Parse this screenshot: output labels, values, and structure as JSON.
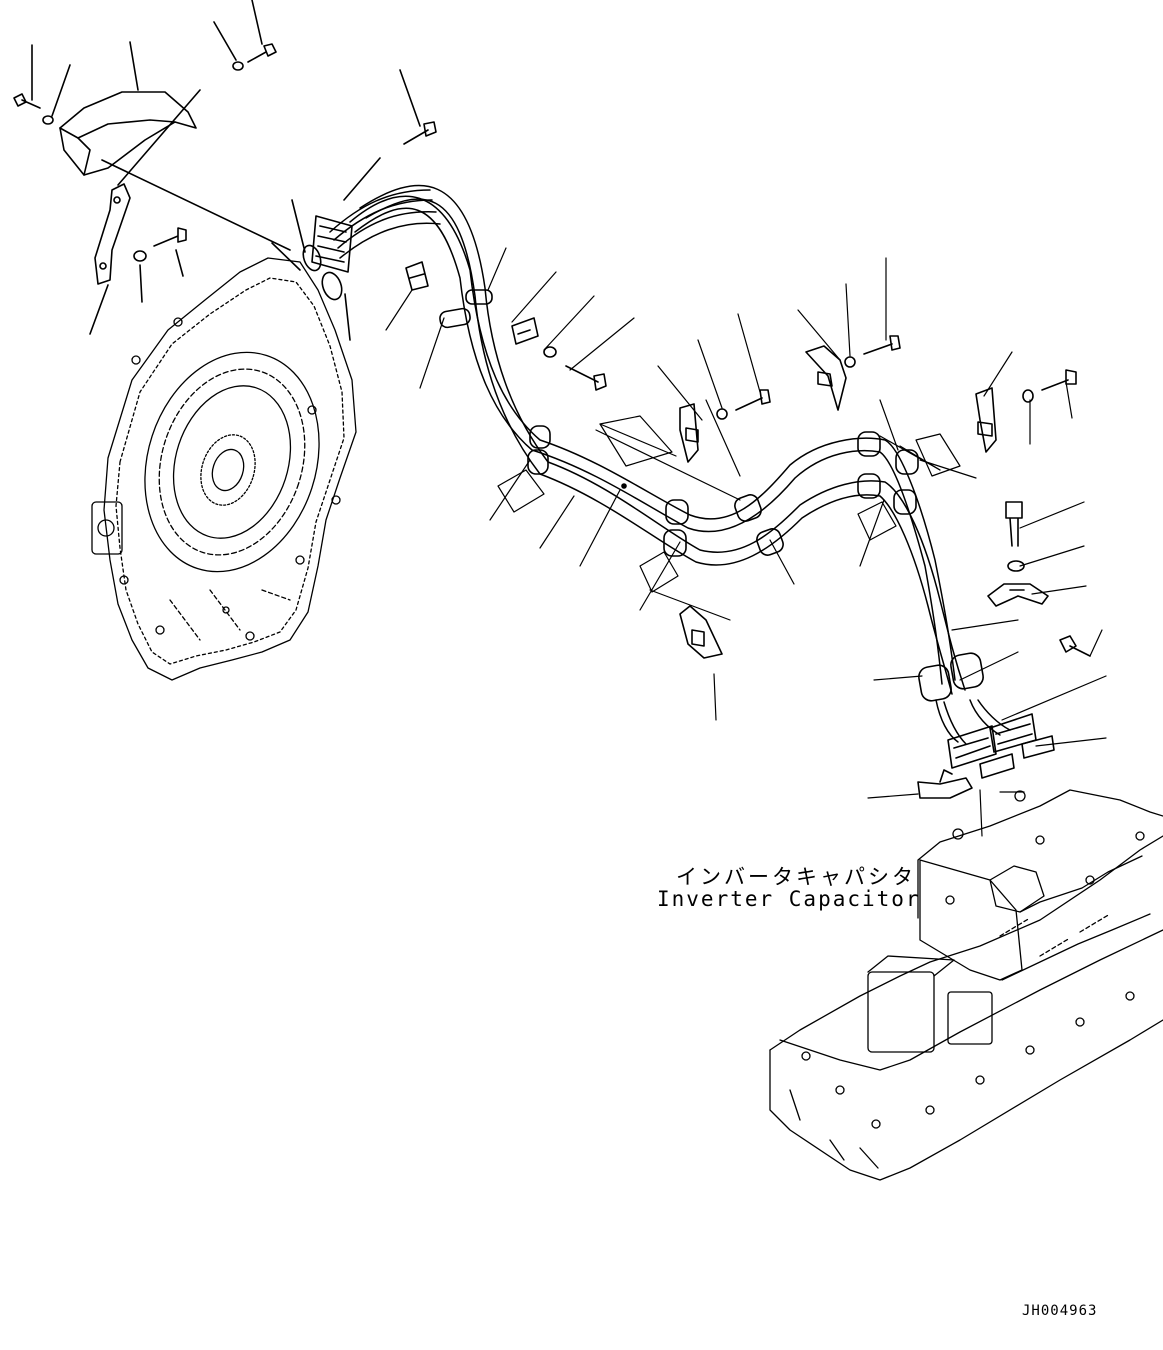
{
  "labels": {
    "component_jp": "インバータキャパシタ",
    "component_en": "Inverter Capacitor",
    "drawing_code": "JH004963"
  }
}
